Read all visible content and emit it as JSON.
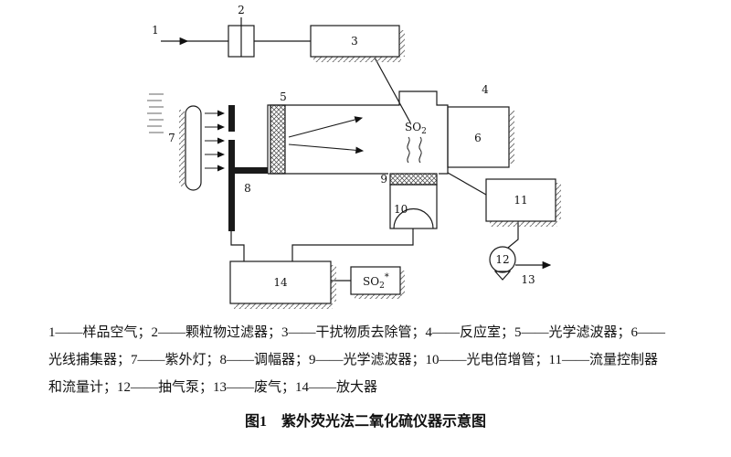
{
  "figure": {
    "labels": {
      "n1": "1",
      "n2": "2",
      "n3": "3",
      "n4": "4",
      "n5": "5",
      "n6": "6",
      "n7": "7",
      "n8": "8",
      "n9": "9",
      "n10": "10",
      "n11": "11",
      "n12": "12",
      "n13": "13",
      "n14": "14"
    },
    "so2_chamber": {
      "base": "SO",
      "sub": "2"
    },
    "so2_output": {
      "base": "SO",
      "sub": "2",
      "sup": "*"
    }
  },
  "legend": {
    "line1": "1——样品空气；2——颗粒物过滤器；3——干扰物质去除管；4——反应室；5——光学滤波器；6——",
    "line2": "光线捕集器；7——紫外灯；8——调幅器；9——光学滤波器；10——光电倍增管；11——流量控制器",
    "line3": "和流量计；12——抽气泵；13——废气；14——放大器"
  },
  "caption": "图1　紫外荧光法二氧化硫仪器示意图"
}
